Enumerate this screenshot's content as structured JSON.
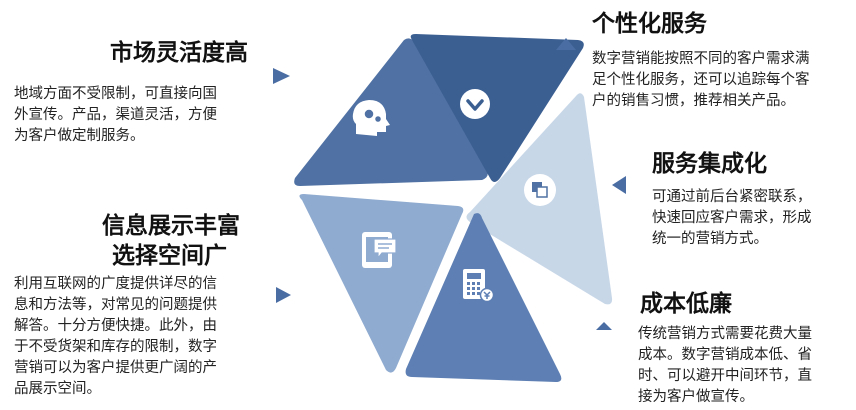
{
  "colors": {
    "segment_top_left": "#4f71a3",
    "segment_top_right": "#3c5f92",
    "segment_right": "#c8d7e8",
    "segment_bottom_right": "#5d7fb3",
    "segment_bottom_left": "#8fabd0",
    "arrow": "#4a6da3",
    "icon_on_dark": "#ffffff",
    "icon_on_light": "#4f71a3"
  },
  "items": [
    {
      "title": "市场灵活度高",
      "lines": [
        "地域方面不受限制，可直接向国",
        "外宣传。产品，渠道灵活，方便",
        "为客户做定制服务。"
      ],
      "icon": "head-gears-icon"
    },
    {
      "title": "个性化服务",
      "lines": [
        "数字营销能按照不同的客户需求满",
        "足个性化服务，还可以追踪每个客",
        "户的销售习惯，推荐相关产品。"
      ],
      "icon": "chevron-down-badge-icon"
    },
    {
      "title": "服务集成化",
      "lines": [
        "可通过前后台紧密联系，",
        "快速回应客户需求，形成",
        "统一的营销方式。"
      ],
      "icon": "stacked-squares-icon"
    },
    {
      "title": "成本低廉",
      "lines": [
        "传统营销方式需要花费大量",
        "成本。数字营销成本低、省",
        "时、可以避开中间环节，直",
        "接为客户做宣传。"
      ],
      "icon": "calculator-yen-icon"
    },
    {
      "title_lines": [
        "信息展示丰富",
        "选择空间广"
      ],
      "lines": [
        "利用互联网的广度提供详尽的信",
        "息和方法等，对常见的问题提供",
        "解答。十分方便快捷。此外，由",
        "于不受货架和库存的限制，数字",
        "营销可以为客户提供更广阔的产",
        "品展示空间。"
      ],
      "icon": "tablet-chat-icon"
    }
  ]
}
